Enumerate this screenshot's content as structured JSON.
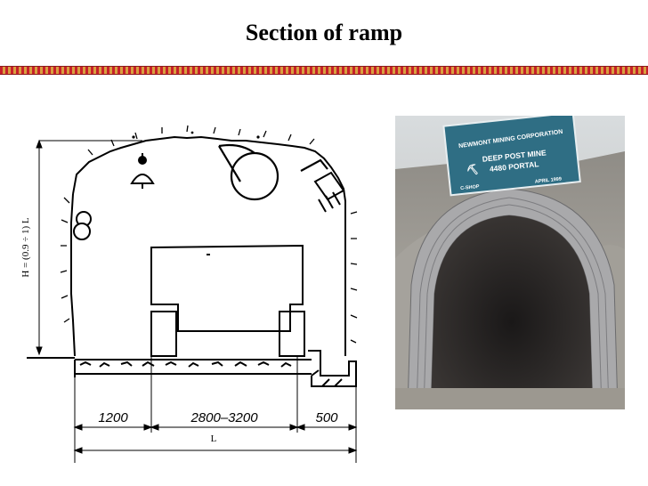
{
  "title": "Section of ramp",
  "drawing": {
    "height_label": "H = (0.9 ÷ 1)  L",
    "dim_left": "1200",
    "dim_middle": "2800–3200",
    "dim_right": "500",
    "width_label": "L"
  },
  "photo": {
    "sign": {
      "company": "NEWMONT MINING CORPORATION",
      "mine": "DEEP POST MINE",
      "portal": "4480 PORTAL",
      "shop": "C-SHOP",
      "date": "APRIL 1999"
    }
  },
  "colors": {
    "stripe_red": "#c8202a",
    "stripe_gold": "#d8a040",
    "sign_blue": "#2f6e84",
    "arch_steel": "#a9a9ab",
    "portal_dark": "#262424"
  }
}
